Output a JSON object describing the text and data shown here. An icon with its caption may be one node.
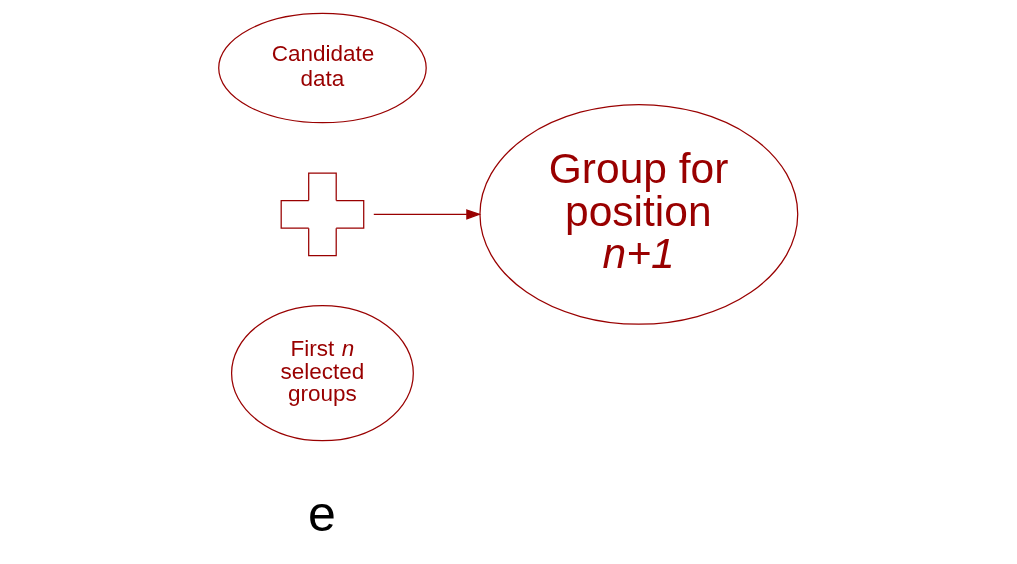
{
  "diagram": {
    "nodes": [
      {
        "text": [
          "Candidate data"
        ]
      },
      {
        "text": [],
        "shape": "plus"
      },
      {
        "text": [
          "First *n* selected groups"
        ]
      },
      {
        "text": [
          "Group for position *n+1*"
        ]
      }
    ],
    "edges": [
      {
        "from": 1,
        "to": 3,
        "arrow": "to"
      }
    ],
    "labels": [
      "e"
    ]
  }
}
